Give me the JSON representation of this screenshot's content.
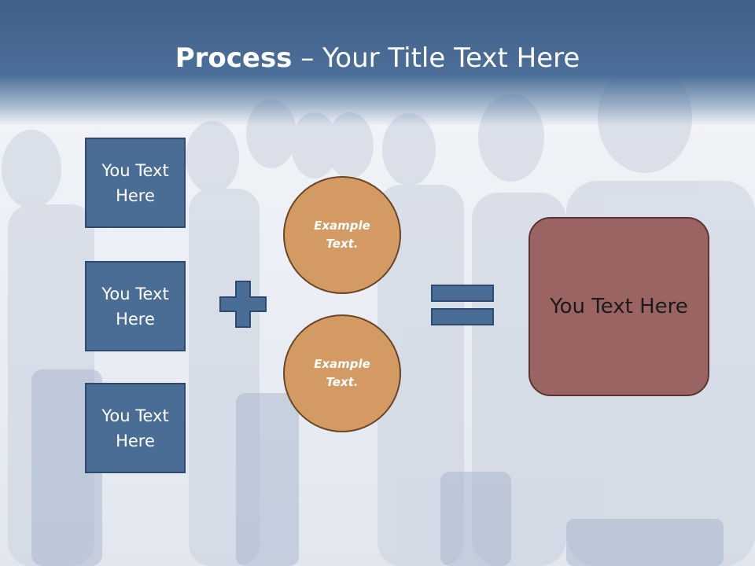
{
  "slide": {
    "title_bold": "Process",
    "title_rest": " – Your Title Text Here",
    "left_boxes": [
      {
        "line1": "You Text",
        "line2": "Here"
      },
      {
        "line1": "You Text",
        "line2": "Here"
      },
      {
        "line1": "You Text",
        "line2": "Here"
      }
    ],
    "circles": [
      {
        "line1": "Example",
        "line2": "Text."
      },
      {
        "line1": "Example",
        "line2": "Text."
      }
    ],
    "result_label": "You Text Here"
  },
  "colors": {
    "header": "#4c6f99",
    "text_box": "#4a6d96",
    "circle": "#d39a64",
    "result": "#9a6462",
    "operator": "#4a6d96"
  },
  "icons": {
    "plus": "plus-icon",
    "equals": "equals-icon"
  }
}
